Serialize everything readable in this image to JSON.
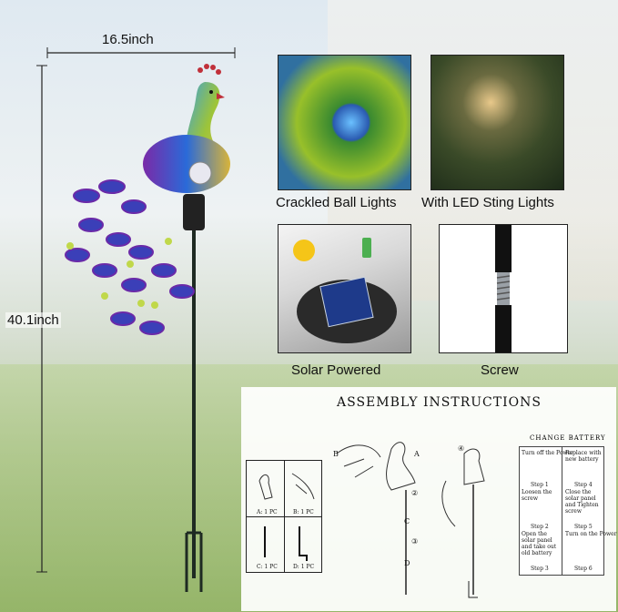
{
  "dimensions": {
    "width_label": "16.5inch",
    "height_label": "40.1inch"
  },
  "features": [
    {
      "caption": "Crackled Ball Lights"
    },
    {
      "caption": "With LED Sting Lights"
    },
    {
      "caption": "Solar Powered"
    },
    {
      "caption": "Screw"
    }
  ],
  "instructions": {
    "title": "ASSEMBLY INSTRUCTIONS",
    "parts": [
      "A: 1 PC",
      "B: 1 PC",
      "C: 1 PC",
      "D: 1 PC"
    ],
    "labels": {
      "A": "A",
      "B": "B",
      "C": "C",
      "D": "D",
      "step2": "②",
      "step3": "③",
      "step4": "④"
    },
    "change_battery": {
      "title": "CHANGE  BATTERY",
      "steps": [
        "Turn off the Power",
        "Replace with new battery",
        "Loosen the screw",
        "Close the solar panel and Tighten screw",
        "Open the solar panel and take out old battery",
        "Turn on the Power"
      ],
      "step_labels": [
        "Step 1",
        "Step 4",
        "Step 2",
        "Step 5",
        "Step 3",
        "Step 6"
      ]
    }
  },
  "colors": {
    "peacock_blue": "#2a6ad8",
    "peacock_purple": "#7a2aa8",
    "peacock_green": "#9cc43a",
    "gold": "#d8b43a"
  }
}
